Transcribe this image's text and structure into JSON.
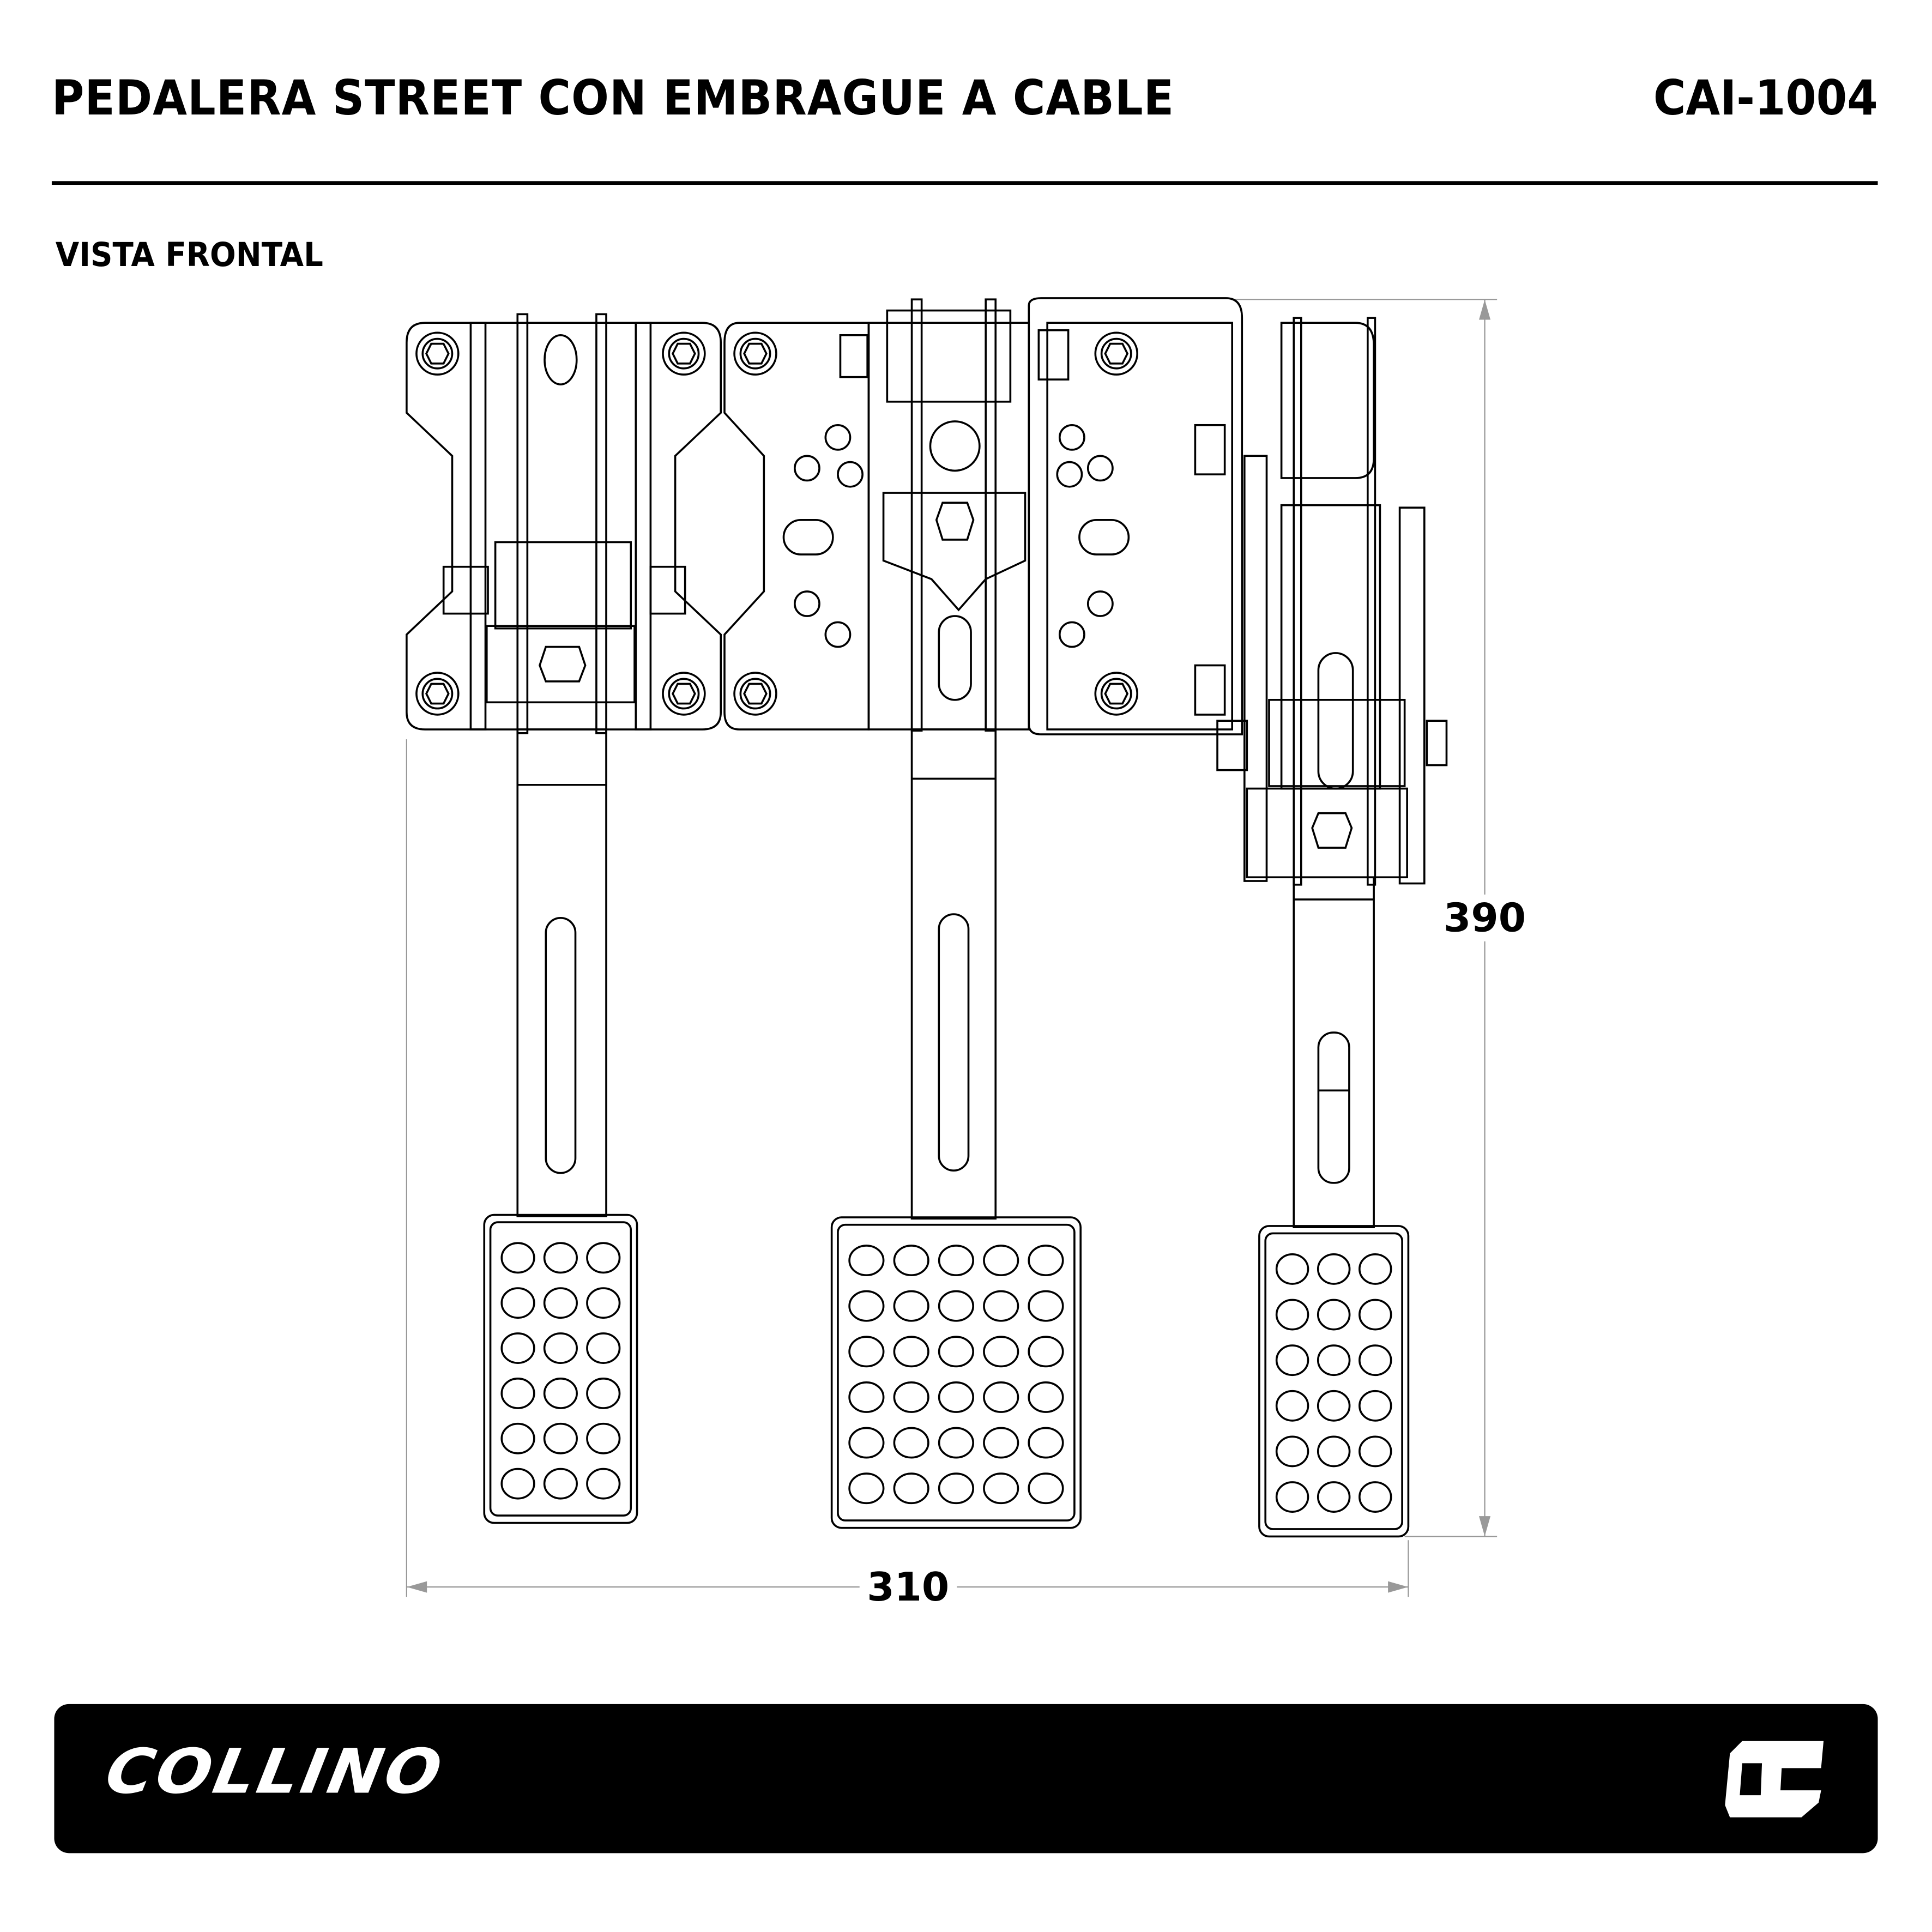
{
  "header": {
    "title": "PEDALERA STREET CON EMBRAGUE A CABLE",
    "code": "CAI-1004"
  },
  "view_label": "VISTA FRONTAL",
  "dimensions": {
    "height": "390",
    "width": "310"
  },
  "footer": {
    "brand": "COLLINO"
  }
}
